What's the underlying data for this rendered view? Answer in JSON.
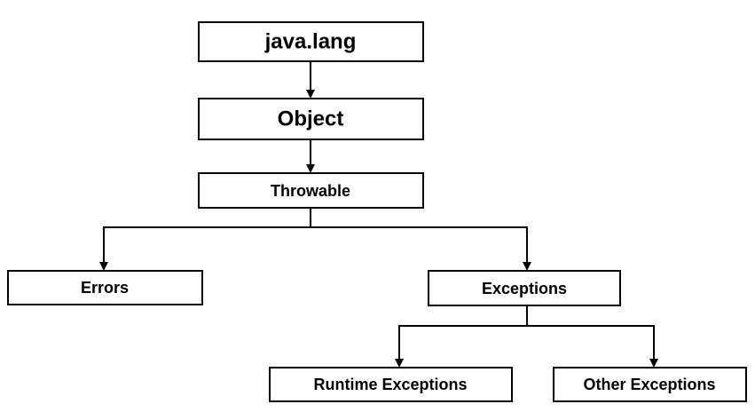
{
  "nodes": {
    "java_lang": "java.lang",
    "object": "Object",
    "throwable": "Throwable",
    "errors": "Errors",
    "exceptions": "Exceptions",
    "runtime_exceptions": "Runtime Exceptions",
    "other_exceptions": "Other Exceptions"
  },
  "colors": {
    "stroke": "#000000",
    "fill": "#ffffff",
    "text": "#000000"
  }
}
